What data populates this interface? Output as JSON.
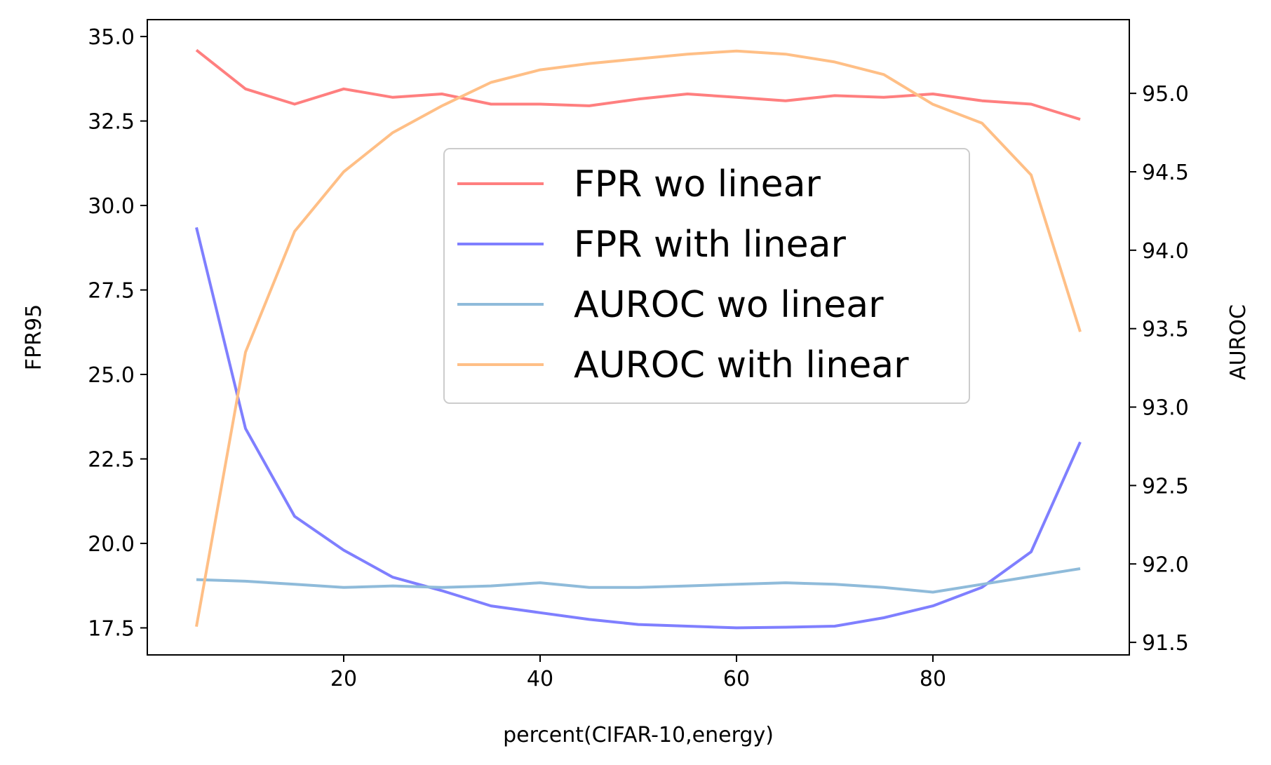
{
  "chart_data": {
    "type": "line",
    "xlabel": "percent(CIFAR-10,energy)",
    "ylabel_left": "FPR95",
    "ylabel_right": "AUROC",
    "x": [
      5,
      10,
      15,
      20,
      25,
      30,
      35,
      40,
      45,
      50,
      55,
      60,
      65,
      70,
      75,
      80,
      85,
      90,
      95
    ],
    "x_ticks": [
      20,
      40,
      60,
      80
    ],
    "xlim": [
      0,
      100
    ],
    "y_left_ticks": [
      17.5,
      20.0,
      22.5,
      25.0,
      27.5,
      30.0,
      32.5,
      35.0
    ],
    "y_left_tick_labels": [
      "17.5",
      "20.0",
      "22.5",
      "25.0",
      "27.5",
      "30.0",
      "32.5",
      "35.0"
    ],
    "ylim_left": [
      16.7,
      35.5
    ],
    "y_right_ticks": [
      91.5,
      92.0,
      92.5,
      93.0,
      93.5,
      94.0,
      94.5,
      95.0
    ],
    "y_right_tick_labels": [
      "91.5",
      "92.0",
      "92.5",
      "93.0",
      "93.5",
      "94.0",
      "94.5",
      "95.0"
    ],
    "ylim_right": [
      91.42,
      95.47
    ],
    "legend_position": "center",
    "grid": false,
    "series": [
      {
        "name": "FPR wo linear",
        "axis": "left",
        "color": "#ff7f7f",
        "values": [
          34.6,
          33.45,
          33.0,
          33.45,
          33.2,
          33.3,
          33.0,
          33.0,
          32.95,
          33.15,
          33.3,
          33.2,
          33.1,
          33.25,
          33.2,
          33.3,
          33.1,
          33.0,
          32.55
        ]
      },
      {
        "name": "FPR with linear",
        "axis": "left",
        "color": "#7f7fff",
        "values": [
          29.35,
          23.4,
          20.8,
          19.8,
          19.0,
          18.6,
          18.15,
          17.95,
          17.75,
          17.6,
          17.55,
          17.5,
          17.52,
          17.55,
          17.8,
          18.15,
          18.7,
          19.75,
          23.0
        ]
      },
      {
        "name": "AUROC wo linear",
        "axis": "right",
        "color": "#8fbbda",
        "values": [
          91.9,
          91.89,
          91.87,
          91.85,
          91.86,
          91.85,
          91.86,
          91.88,
          91.85,
          91.85,
          91.86,
          91.87,
          91.88,
          91.87,
          91.85,
          91.82,
          91.87,
          91.92,
          91.97
        ]
      },
      {
        "name": "AUROC with linear",
        "axis": "right",
        "color": "#ffbf86",
        "values": [
          91.6,
          93.35,
          94.12,
          94.5,
          94.75,
          94.92,
          95.07,
          95.15,
          95.19,
          95.22,
          95.25,
          95.27,
          95.25,
          95.2,
          95.12,
          94.93,
          94.81,
          94.48,
          93.48
        ]
      }
    ]
  }
}
